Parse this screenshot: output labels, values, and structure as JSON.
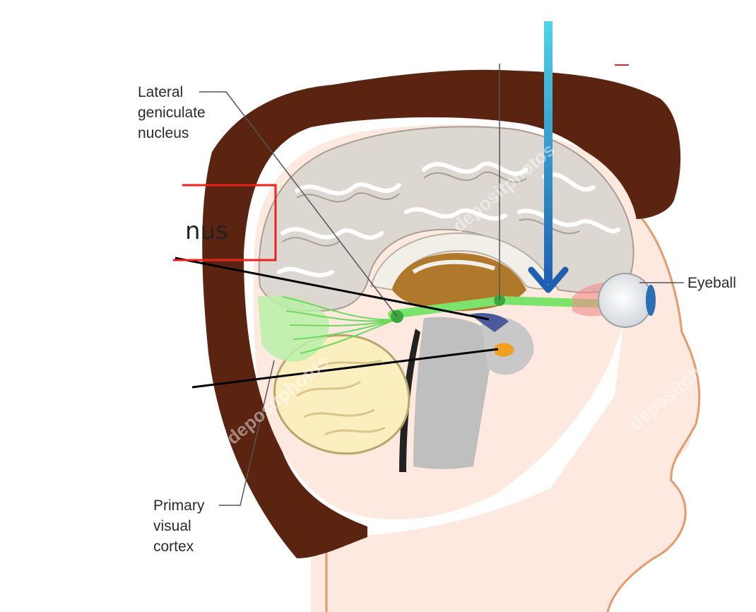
{
  "labels": {
    "lgn_line1": "Lateral",
    "lgn_line2": "geniculate",
    "lgn_line3": "nucleus",
    "eyeball": "Eyeball",
    "v1_line1": "Primary",
    "v1_line2": "visual",
    "v1_line3": "cortex",
    "cut_label": "nus"
  },
  "watermark": "depositphotos",
  "colors": {
    "skull": "#5a2411",
    "skin": "#fde9df",
    "skin_outline": "#e49a6b",
    "brain": "#dcd7d0",
    "optic_pathway": "#7be36b",
    "arrow_top": "#4fd3e6",
    "arrow_bottom": "#1f5fb0",
    "highlight_box": "#e8221c"
  }
}
